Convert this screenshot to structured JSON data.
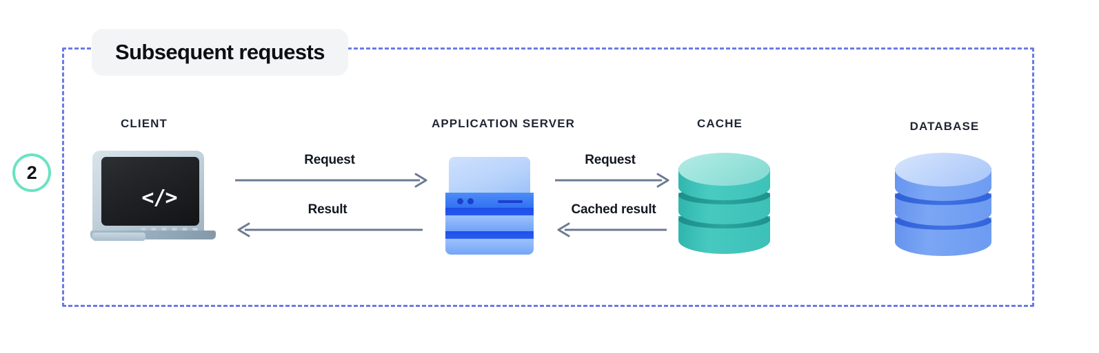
{
  "diagram": {
    "step_number": "2",
    "title": "Subsequent requests",
    "border_color": "#6b7ae3",
    "badge_color": "#69e3c2",
    "nodes": [
      {
        "id": "client",
        "label": "CLIENT",
        "icon": "laptop-code-icon"
      },
      {
        "id": "app-server",
        "label": "APPLICATION SERVER",
        "icon": "server-rack-icon"
      },
      {
        "id": "cache",
        "label": "CACHE",
        "icon": "cache-cylinder-icon",
        "color": "#3cc0b7"
      },
      {
        "id": "database",
        "label": "DATABASE",
        "icon": "database-cylinder-icon",
        "color": "#6d9bf1"
      }
    ],
    "flows": [
      {
        "id": "client-to-server-request",
        "label": "Request",
        "direction": "right",
        "from": "client",
        "to": "app-server"
      },
      {
        "id": "server-to-client-result",
        "label": "Result",
        "direction": "left",
        "from": "app-server",
        "to": "client"
      },
      {
        "id": "server-to-cache-request",
        "label": "Request",
        "direction": "right",
        "from": "app-server",
        "to": "cache"
      },
      {
        "id": "cache-to-server-cached-result",
        "label": "Cached result",
        "direction": "left",
        "from": "cache",
        "to": "app-server"
      }
    ],
    "code_glyph": "</>"
  }
}
